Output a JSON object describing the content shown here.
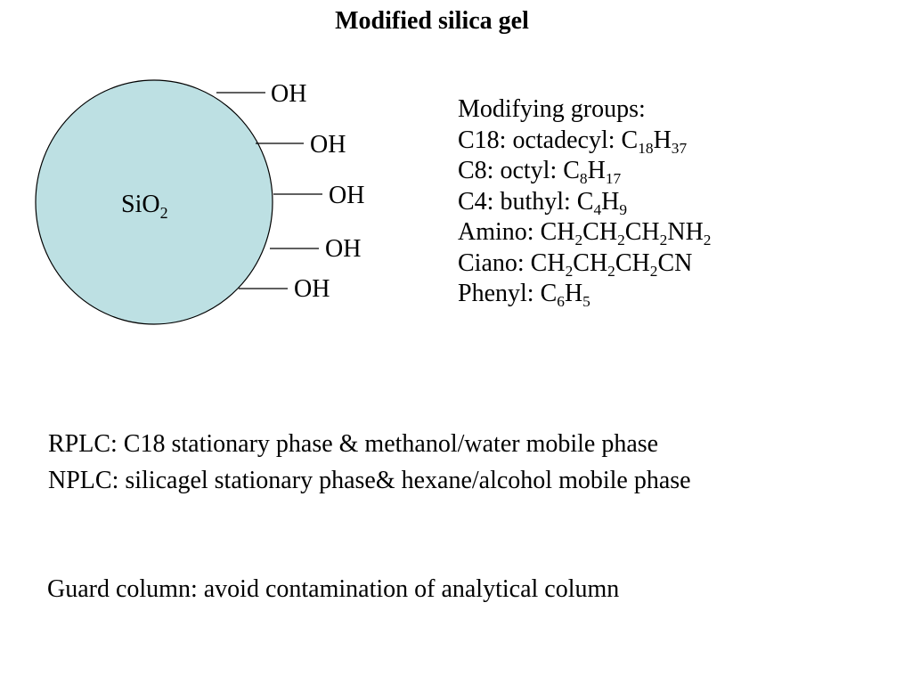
{
  "title": "Modified silica gel",
  "particle": {
    "label_main": "SiO",
    "label_sub": "2",
    "fill_color": "#bde0e3",
    "groups": [
      "OH",
      "OH",
      "OH",
      "OH",
      "OH"
    ]
  },
  "modifying_groups": {
    "heading": "Modifying groups:",
    "items": [
      {
        "prefix": "C18: octadecyl: ",
        "formula": [
          [
            "C",
            "18"
          ],
          [
            "H",
            "37"
          ]
        ]
      },
      {
        "prefix": "C8: octyl: ",
        "formula": [
          [
            "C",
            "8"
          ],
          [
            "H",
            "17"
          ]
        ]
      },
      {
        "prefix": "C4: buthyl: ",
        "formula": [
          [
            "C",
            "4"
          ],
          [
            "H",
            "9"
          ]
        ]
      },
      {
        "prefix": "Amino: ",
        "formula": [
          [
            "CH",
            "2"
          ],
          [
            "CH",
            "2"
          ],
          [
            "CH",
            "2"
          ],
          [
            "NH",
            "2"
          ]
        ]
      },
      {
        "prefix": "Ciano: ",
        "formula": [
          [
            "CH",
            "2"
          ],
          [
            "CH",
            "2"
          ],
          [
            "CH",
            "2"
          ],
          [
            "CN",
            ""
          ]
        ]
      },
      {
        "prefix": "Phenyl: ",
        "formula": [
          [
            "C",
            "6"
          ],
          [
            "H",
            "5"
          ]
        ]
      }
    ]
  },
  "notes": [
    "RPLC: C18 stationary phase & methanol/water mobile phase",
    "NPLC: silicagel stationary phase& hexane/alcohol mobile phase"
  ],
  "guard": "Guard column: avoid contamination of analytical column"
}
